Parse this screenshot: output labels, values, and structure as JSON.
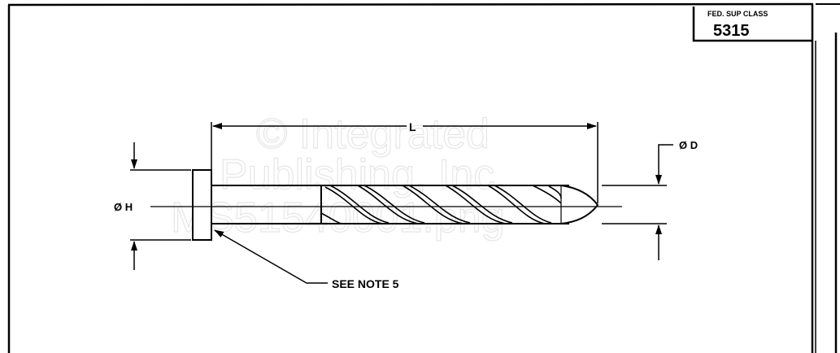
{
  "title_block": {
    "label": "FED. SUP CLASS",
    "value": "5315"
  },
  "dimensions": {
    "length": "L",
    "diameter": "Ø D",
    "head_diameter": "Ø H"
  },
  "note": "SEE NOTE 5",
  "watermark": [
    "© Integrated",
    "Publishing, Inc.",
    "MS51540001.png"
  ]
}
